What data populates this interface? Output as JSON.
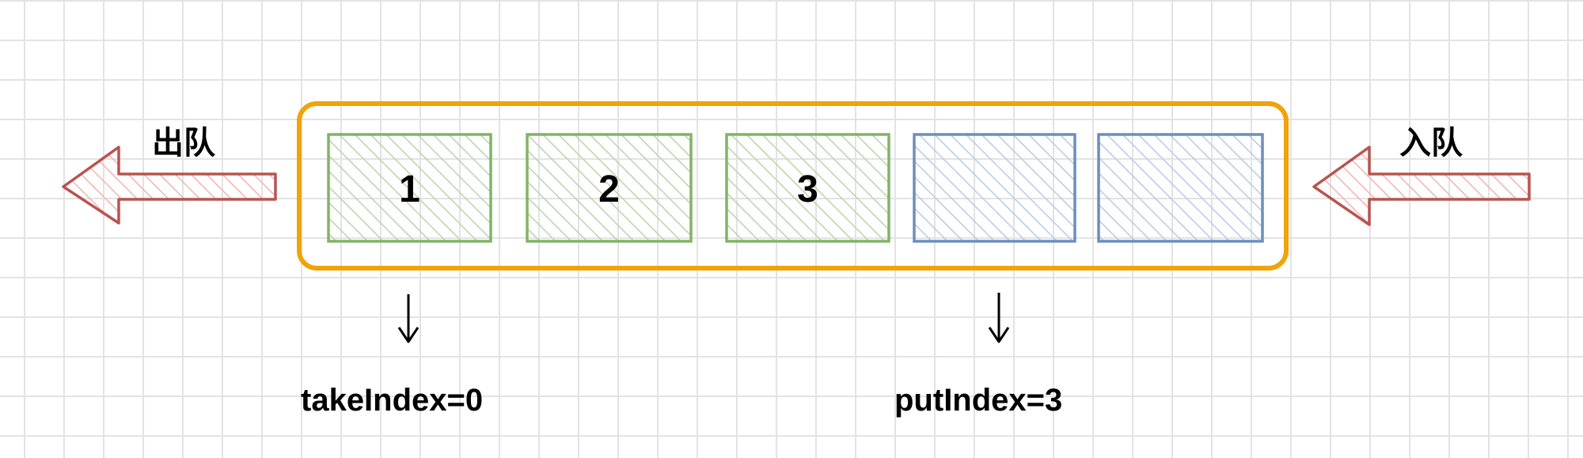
{
  "labels": {
    "dequeue": "出队",
    "enqueue": "入队",
    "take_index": "takeIndex=0",
    "put_index": "putIndex=3"
  },
  "queue": {
    "slots": [
      {
        "value": "1",
        "state": "filled"
      },
      {
        "value": "2",
        "state": "filled"
      },
      {
        "value": "3",
        "state": "filled"
      },
      {
        "value": "",
        "state": "empty"
      },
      {
        "value": "",
        "state": "empty"
      }
    ]
  },
  "colors": {
    "container_border": "#f0a30a",
    "filled_stroke": "#82b366",
    "filled_hatch": "#b9d6a6",
    "empty_stroke": "#6c8ebf",
    "empty_hatch": "#b7cbe8",
    "arrow_stroke": "#b85450",
    "arrow_hatch": "#f3b3b1",
    "grid": "#e3e3e3"
  }
}
